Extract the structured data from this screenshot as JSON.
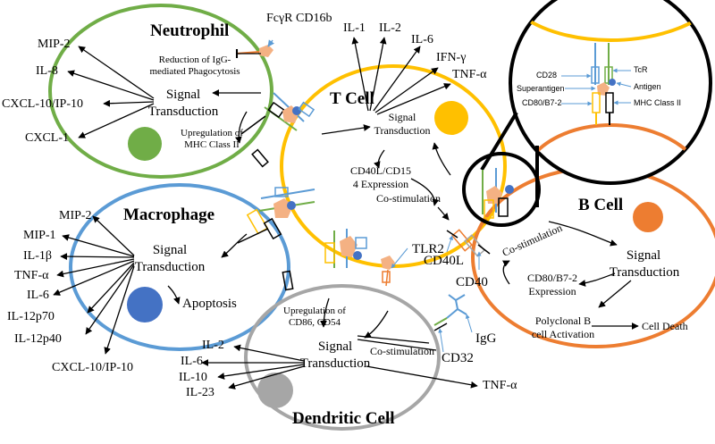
{
  "cells": {
    "neutrophil": "Neutrophil",
    "tcell": "T Cell",
    "macrophage": "Macrophage",
    "bcell": "B Cell",
    "dendritic": "Dendritic Cell"
  },
  "neutrophil": {
    "fc_receptor": "FcγR CD16b",
    "reduction_line1": "Reduction of IgG-",
    "reduction_line2": "mediated Phagocytosis",
    "signal_line1": "Signal",
    "signal_line2": "Transduction",
    "upreg_line1": "Upregulation of",
    "upreg_line2": "MHC Class II",
    "outputs": [
      "MIP-2",
      "IL-8",
      "CXCL-10/IP-10",
      "CXCL-1"
    ]
  },
  "tcell": {
    "cytokines": [
      "IL-1",
      "IL-2",
      "IL-6",
      "IFN-γ",
      "TNF-α"
    ],
    "signal_line1": "Signal",
    "signal_line2": "Transduction",
    "cd40_line1": "CD40L/CD15",
    "cd40_line2": "4 Expression",
    "costim": "Co-stimulation"
  },
  "zoom": {
    "cd28": "CD28",
    "superantigen": "Superantigen",
    "cd80": "CD80/B7-2",
    "tcr": "TcR",
    "antigen": "Antigen",
    "mhc": "MHC Class II"
  },
  "macrophage": {
    "outputs": [
      "MIP-2",
      "MIP-1",
      "IL-1β",
      "TNF-α",
      "IL-6",
      "IL-12p70",
      "IL-12p40",
      "CXCL-10/IP-10"
    ],
    "signal_line1": "Signal",
    "signal_line2": "Transduction",
    "apoptosis": "Apoptosis"
  },
  "bcell": {
    "costim": "Co-stimulation",
    "signal_line1": "Signal",
    "signal_line2": "Transduction",
    "cd80_line1": "CD80/B7-2",
    "cd80_line2": "Expression",
    "polyclonal_line1": "Polyclonal B",
    "polyclonal_line2": "cell Activation",
    "cell_death": "Cell Death"
  },
  "labels": {
    "cd40l": "CD40L",
    "cd40": "CD40",
    "tlr2": "TLR2",
    "igg": "IgG",
    "cd32": "CD32"
  },
  "dendritic": {
    "upreg_line1": "Upregulation of",
    "upreg_line2": "CD86, CD54",
    "costim": "Co-stimulation",
    "signal_line1": "Signal",
    "signal_line2": "Transduction",
    "outputs": [
      "IL-2",
      "IL-6",
      "IL-10",
      "IL-23"
    ],
    "tnf": "TNF-α"
  },
  "colors": {
    "neutrophil": "#70ad47",
    "tcell": "#ffc000",
    "macrophage": "#5b9bd5",
    "bcell": "#ed7d31",
    "dendritic": "#a6a6a6",
    "nucleus_neutrophil": "#70ad47",
    "nucleus_tcell": "#ffc000",
    "nucleus_macrophage": "#4472c4",
    "nucleus_bcell": "#ed7d31",
    "nucleus_dendritic": "#a6a6a6",
    "superantigen": "#f4b183",
    "arrow": "#000000",
    "accent_arrow": "#5b9bd5"
  }
}
